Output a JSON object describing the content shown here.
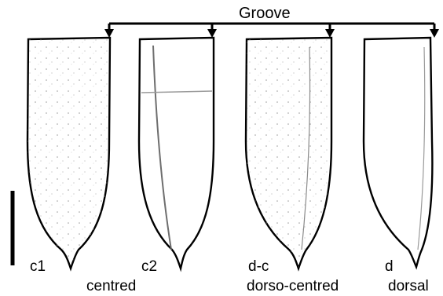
{
  "groove": {
    "label": "Groove"
  },
  "seeds": [
    {
      "code": "c1",
      "position": ""
    },
    {
      "code": "c2",
      "position": "centred"
    },
    {
      "code": "d-c",
      "position": "dorso-centred"
    },
    {
      "code": "d",
      "position": "dorsal"
    }
  ],
  "colors": {
    "ink": "#000000",
    "fill": "#ffffff",
    "speckle": "#9a9a9a"
  }
}
